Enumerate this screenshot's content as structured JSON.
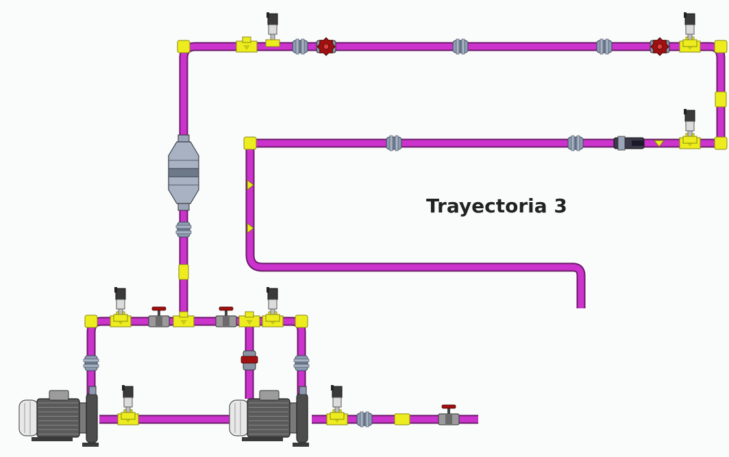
{
  "diagram": {
    "label": "Trayectoria 3",
    "colors": {
      "pipe": "#cc33cc",
      "pipe_outline": "#6a1a6a",
      "fitting": "#ecec1e",
      "valve_handle": "#a01010",
      "union": "#8d9bb0",
      "pump_body": "#5a5a5a",
      "motor_cover": "#e8e8e8"
    },
    "components": [
      "pipe-network",
      "elbow-fittings",
      "tee-fittings",
      "pressure-transmitters",
      "ball-valves",
      "gate-valves",
      "pipe-unions",
      "filter",
      "check-valve",
      "centrifugal-pumps"
    ]
  }
}
